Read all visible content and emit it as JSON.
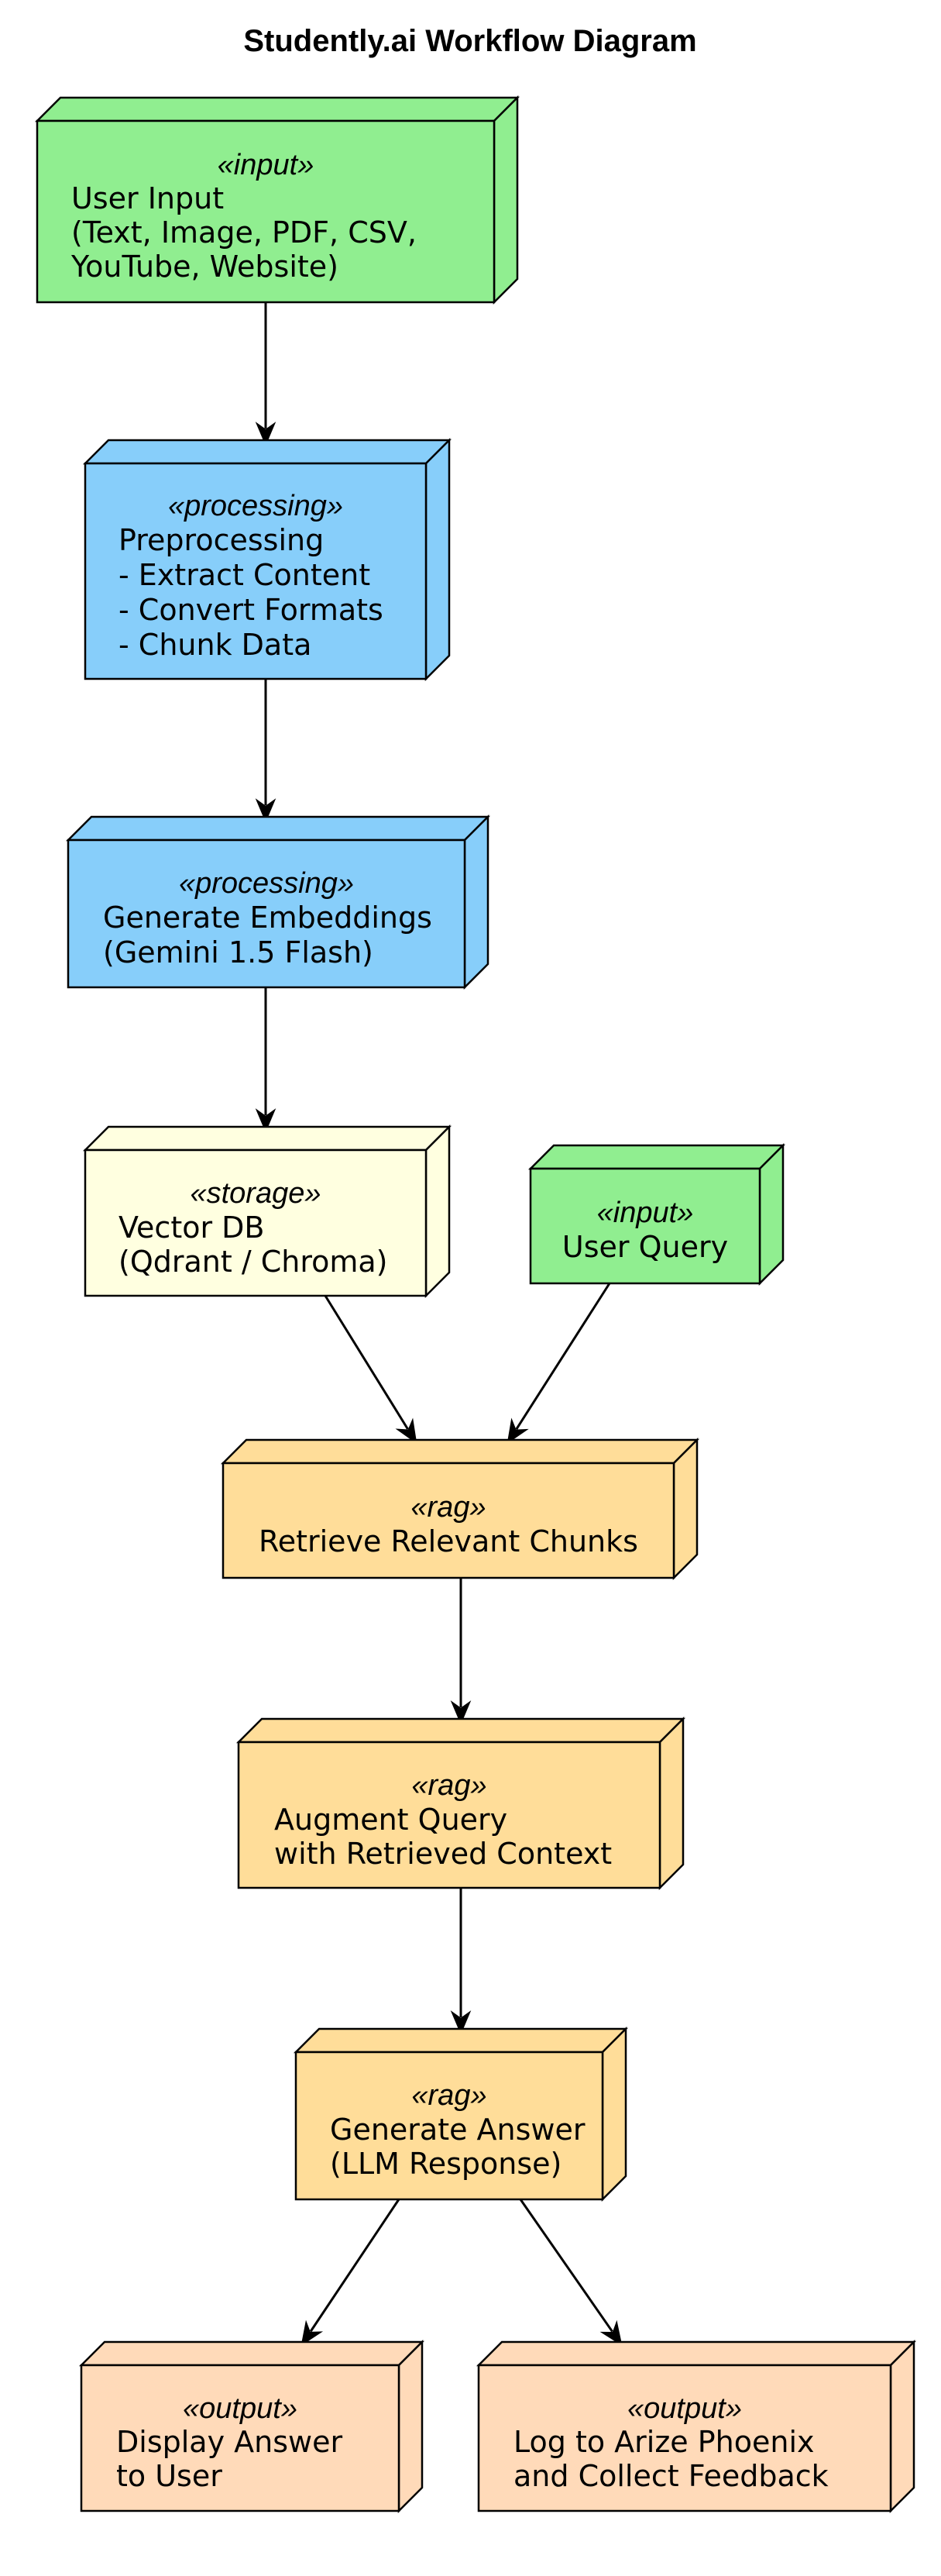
{
  "title": "Studently.ai Workflow Diagram",
  "colors": {
    "input": "#90ee90",
    "processing": "#87cefa",
    "storage": "#ffffe0",
    "rag": "#ffdd99",
    "output": "#ffdab9"
  },
  "nodes": {
    "user_input": {
      "stereotype": "«input»",
      "lines": [
        "User Input",
        "(Text, Image, PDF, CSV,",
        "YouTube, Website)"
      ]
    },
    "preprocessing": {
      "stereotype": "«processing»",
      "lines": [
        "Preprocessing",
        "- Extract Content",
        "- Convert Formats",
        "- Chunk Data"
      ]
    },
    "embeddings": {
      "stereotype": "«processing»",
      "lines": [
        "Generate Embeddings",
        "(Gemini 1.5 Flash)"
      ]
    },
    "vector_db": {
      "stereotype": "«storage»",
      "lines": [
        "Vector DB",
        "(Qdrant / Chroma)"
      ]
    },
    "user_query": {
      "stereotype": "«input»",
      "lines": [
        "User Query"
      ]
    },
    "retrieve": {
      "stereotype": "«rag»",
      "lines": [
        "Retrieve Relevant Chunks"
      ]
    },
    "augment": {
      "stereotype": "«rag»",
      "lines": [
        "Augment Query",
        "with Retrieved Context"
      ]
    },
    "generate": {
      "stereotype": "«rag»",
      "lines": [
        "Generate Answer",
        "(LLM Response)"
      ]
    },
    "display": {
      "stereotype": "«output»",
      "lines": [
        "Display Answer",
        "to User"
      ]
    },
    "log": {
      "stereotype": "«output»",
      "lines": [
        "Log to Arize Phoenix",
        "and Collect Feedback"
      ]
    }
  },
  "edges": [
    {
      "from": "user_input",
      "to": "preprocessing"
    },
    {
      "from": "preprocessing",
      "to": "embeddings"
    },
    {
      "from": "embeddings",
      "to": "vector_db"
    },
    {
      "from": "vector_db",
      "to": "retrieve"
    },
    {
      "from": "user_query",
      "to": "retrieve"
    },
    {
      "from": "retrieve",
      "to": "augment"
    },
    {
      "from": "augment",
      "to": "generate"
    },
    {
      "from": "generate",
      "to": "display"
    },
    {
      "from": "generate",
      "to": "log"
    }
  ]
}
